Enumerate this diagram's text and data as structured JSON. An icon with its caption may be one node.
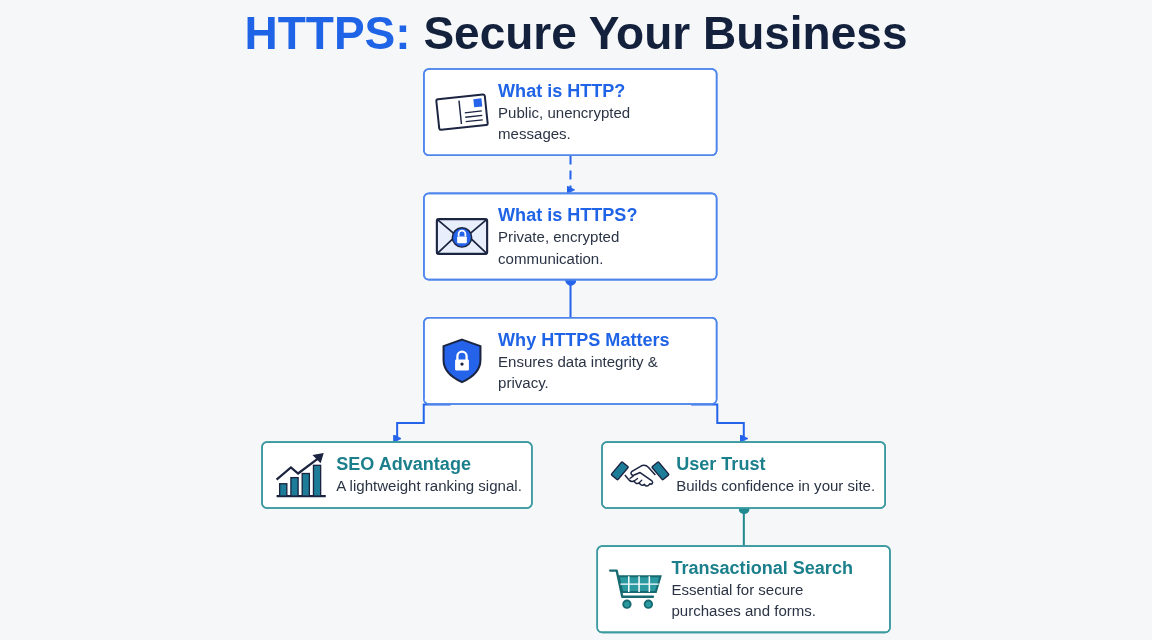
{
  "diagram": {
    "title": "HTTPS: Secure Your Business",
    "nodes": [
      {
        "text": [
          "What is HTTP?",
          "Public, unencrypted messages."
        ]
      },
      {
        "text": [
          "What is HTTPS?",
          "Private, encrypted communication."
        ]
      },
      {
        "text": [
          "Why HTTPS Matters",
          "Ensures data integrity & privacy."
        ]
      },
      {
        "text": [
          "SEO Advantage",
          "A lightweight ranking signal."
        ]
      },
      {
        "text": [
          "User Trust",
          "Builds confidence in your site."
        ]
      },
      {
        "text": [
          "Transactional Search",
          "Essential for secure purchases and forms."
        ]
      }
    ],
    "edges": [
      {
        "from": 0,
        "to": 1,
        "arrow": "to",
        "style": "dashed"
      },
      {
        "from": 1,
        "to": 2,
        "arrow": "other"
      },
      {
        "from": 2,
        "to": 3,
        "arrow": "to"
      },
      {
        "from": 2,
        "to": 4,
        "arrow": "to"
      },
      {
        "from": 4,
        "to": 5,
        "arrow": "other",
        "color": "#1f8a8f"
      }
    ]
  }
}
